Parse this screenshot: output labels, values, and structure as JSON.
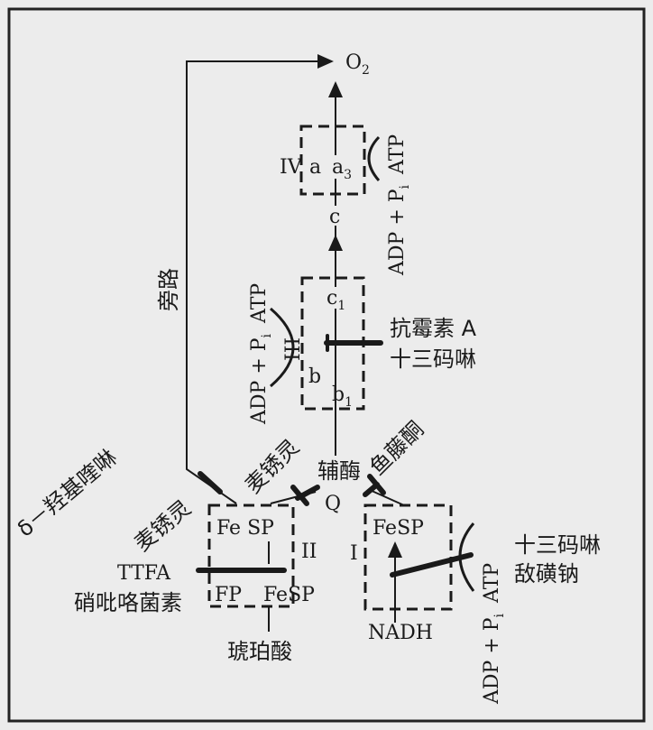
{
  "oxygen": {
    "label": "O",
    "sub": "2"
  },
  "bypass": "旁路",
  "complex_iv": {
    "roman": "IV",
    "a": "a",
    "a3": "a",
    "a3_sub": "3",
    "phos": "ADP + P",
    "phos_sub": "i",
    "atp": "ATP"
  },
  "cyt_c": "c",
  "complex_iii": {
    "roman": "III",
    "c1": "c",
    "c1_sub": "1",
    "b": "b",
    "b1": "b",
    "b1_sub": "1",
    "phos": "ADP + P",
    "phos_sub": "i",
    "atp": "ATP",
    "inhibitor_1": "抗霉素 A",
    "inhibitor_2": "十三码啉"
  },
  "coenzyme_q": {
    "label": "辅酶",
    "q": "Q"
  },
  "inhibitor_mxl_top": "麦锈灵",
  "inhibitor_rotenone": "鱼藤酮",
  "complex_ii": {
    "roman": "II",
    "fesp_top": "Fe SP",
    "fp": "FP",
    "fesp_bottom": "FeSP",
    "substrate": "琥珀酸",
    "inhibitor_ttfa": "TTFA",
    "inhibitor_nitro": "硝吡咯菌素",
    "inhibitor_hq": "δ－羟基喹啉",
    "inhibitor_mxl": "麦锈灵"
  },
  "complex_i": {
    "roman": "I",
    "fesp": "FeSP",
    "substrate": "NADH",
    "inhibitor_1": "十三码啉",
    "inhibitor_2": "敌磺钠",
    "phos": "ADP + P",
    "phos_sub": "i",
    "atp": "ATP"
  }
}
